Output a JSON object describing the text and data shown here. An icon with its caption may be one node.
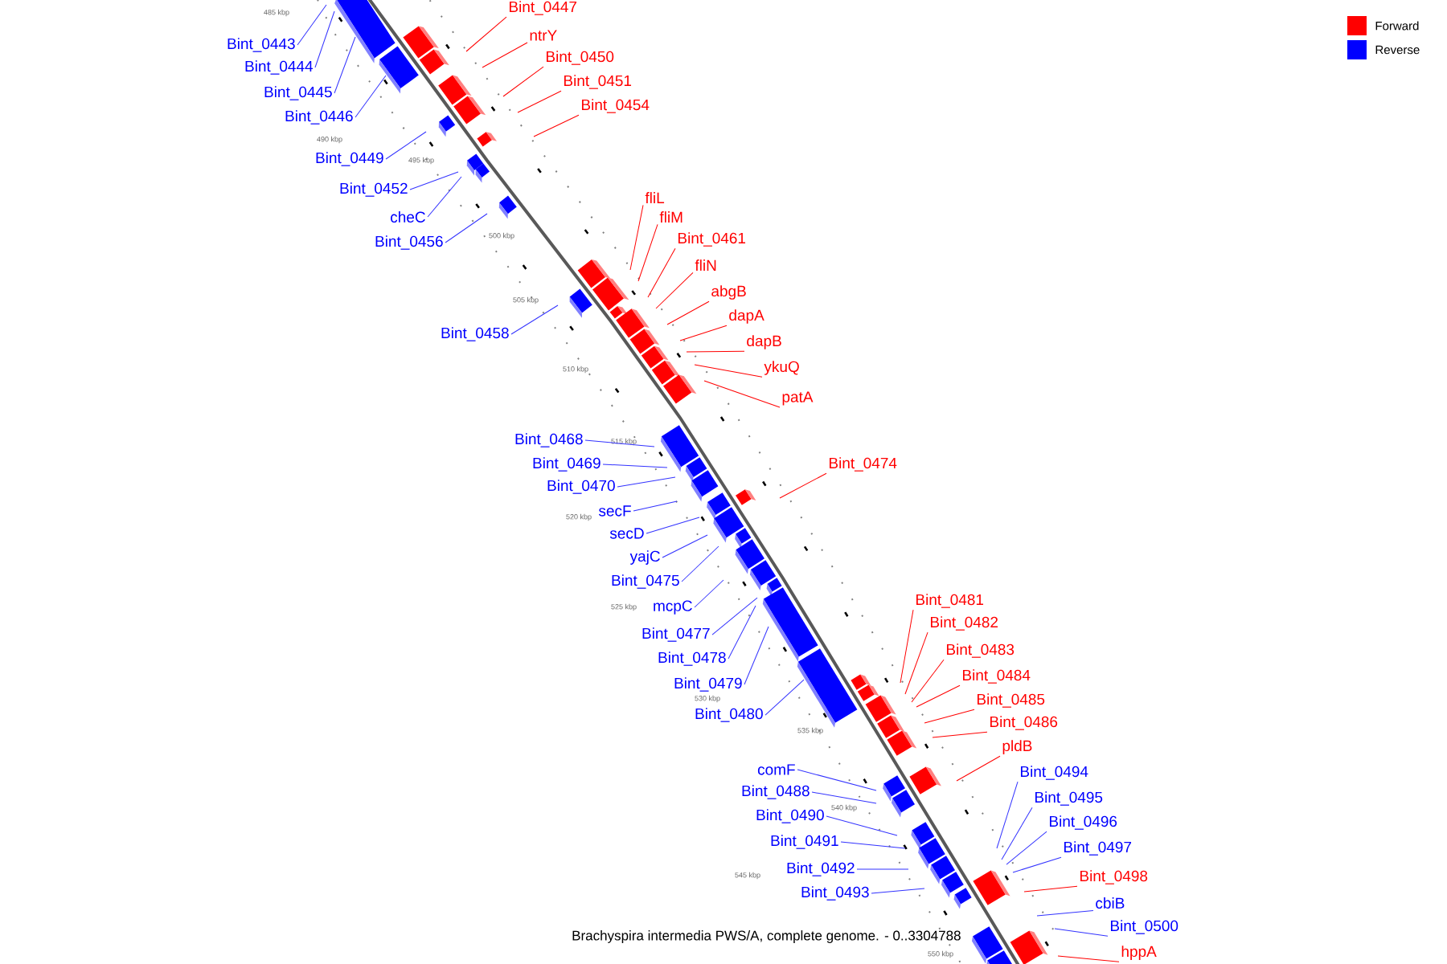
{
  "diagram": {
    "caption": "Brachyspira intermedia PWS/A, complete genome. - 0..3304788",
    "nodes": [
      {
        "text": [
          "Bint_0447"
        ]
      },
      {
        "text": [
          "ntrY"
        ]
      },
      {
        "text": [
          "Bint_0443"
        ]
      },
      {
        "text": [
          "Bint_0450"
        ]
      },
      {
        "text": [
          "Bint_0444"
        ]
      },
      {
        "text": [
          "Bint_0451"
        ]
      },
      {
        "text": [
          "Bint_0445"
        ]
      },
      {
        "text": [
          "Bint_0454"
        ]
      },
      {
        "text": [
          "Bint_0446"
        ]
      },
      {
        "text": [
          "Bint_0449"
        ]
      },
      {
        "text": [
          "Bint_0452"
        ]
      },
      {
        "text": [
          "fliL"
        ]
      },
      {
        "text": [
          "cheC"
        ]
      },
      {
        "text": [
          "fliM"
        ]
      },
      {
        "text": [
          "Bint_0461"
        ]
      },
      {
        "text": [
          "Bint_0456"
        ]
      },
      {
        "text": [
          "fliN"
        ]
      },
      {
        "text": [
          "abgB"
        ]
      },
      {
        "text": [
          "dapA"
        ]
      },
      {
        "text": [
          "Bint_0458"
        ]
      },
      {
        "text": [
          "dapB"
        ]
      },
      {
        "text": [
          "ykuQ"
        ]
      },
      {
        "text": [
          "patA"
        ]
      },
      {
        "text": [
          "Bint_0468"
        ]
      },
      {
        "text": [
          "Bint_0474"
        ]
      },
      {
        "text": [
          "Bint_0469"
        ]
      },
      {
        "text": [
          "Bint_0470"
        ]
      },
      {
        "text": [
          "secF"
        ]
      },
      {
        "text": [
          "secD"
        ]
      },
      {
        "text": [
          "yajC"
        ]
      },
      {
        "text": [
          "Bint_0475"
        ]
      },
      {
        "text": [
          "Bint_0481"
        ]
      },
      {
        "text": [
          "mcpC"
        ]
      },
      {
        "text": [
          "Bint_0482"
        ]
      },
      {
        "text": [
          "Bint_0477"
        ]
      },
      {
        "text": [
          "Bint_0483"
        ]
      },
      {
        "text": [
          "Bint_0478"
        ]
      },
      {
        "text": [
          "Bint_0484"
        ]
      },
      {
        "text": [
          "Bint_0479"
        ]
      },
      {
        "text": [
          "Bint_0485"
        ]
      },
      {
        "text": [
          "Bint_0480"
        ]
      },
      {
        "text": [
          "Bint_0486"
        ]
      },
      {
        "text": [
          "pldB"
        ]
      },
      {
        "text": [
          "comF"
        ]
      },
      {
        "text": [
          "Bint_0494"
        ]
      },
      {
        "text": [
          "Bint_0488"
        ]
      },
      {
        "text": [
          "Bint_0495"
        ]
      },
      {
        "text": [
          "Bint_0490"
        ]
      },
      {
        "text": [
          "Bint_0496"
        ]
      },
      {
        "text": [
          "Bint_0491"
        ]
      },
      {
        "text": [
          "Bint_0497"
        ]
      },
      {
        "text": [
          "Bint_0492"
        ]
      },
      {
        "text": [
          "Bint_0498"
        ]
      },
      {
        "text": [
          "Bint_0493"
        ]
      },
      {
        "text": [
          "cbiB"
        ]
      },
      {
        "text": [
          "Bint_0500"
        ]
      },
      {
        "text": [
          "hppA"
        ]
      }
    ],
    "edges": [
      {
        "from": 0,
        "to": null,
        "arrow": "none",
        "color": "#ff0000"
      },
      {
        "from": 1,
        "to": null,
        "arrow": "none",
        "color": "#ff0000"
      },
      {
        "from": 2,
        "to": null,
        "arrow": "none"
      },
      {
        "from": 3,
        "to": null,
        "arrow": "none",
        "color": "#ff0000"
      },
      {
        "from": 4,
        "to": null,
        "arrow": "none"
      },
      {
        "from": 5,
        "to": null,
        "arrow": "none",
        "color": "#ff0000"
      },
      {
        "from": 6,
        "to": null,
        "arrow": "none"
      },
      {
        "from": 7,
        "to": null,
        "arrow": "none",
        "color": "#ff0000"
      },
      {
        "from": 8,
        "to": null,
        "arrow": "none"
      },
      {
        "from": 9,
        "to": null,
        "arrow": "none"
      },
      {
        "from": 10,
        "to": null,
        "arrow": "none"
      },
      {
        "from": 11,
        "to": null,
        "arrow": "none",
        "color": "#ff0000"
      },
      {
        "from": 12,
        "to": null,
        "arrow": "none"
      },
      {
        "from": 13,
        "to": null,
        "arrow": "none",
        "color": "#ff0000"
      },
      {
        "from": 14,
        "to": null,
        "arrow": "none",
        "color": "#ff0000"
      },
      {
        "from": 15,
        "to": null,
        "arrow": "none"
      },
      {
        "from": 16,
        "to": null,
        "arrow": "none",
        "color": "#ff0000"
      },
      {
        "from": 17,
        "to": null,
        "arrow": "none",
        "color": "#ff0000"
      },
      {
        "from": 18,
        "to": null,
        "arrow": "none",
        "color": "#ff0000"
      },
      {
        "from": 19,
        "to": null,
        "arrow": "none"
      },
      {
        "from": 20,
        "to": null,
        "arrow": "none",
        "color": "#ff0000"
      },
      {
        "from": 21,
        "to": null,
        "arrow": "none",
        "color": "#ff0000"
      },
      {
        "from": 22,
        "to": null,
        "arrow": "none",
        "color": "#ff0000"
      },
      {
        "from": 23,
        "to": null,
        "arrow": "none"
      },
      {
        "from": 24,
        "to": null,
        "arrow": "none",
        "color": "#ff0000"
      },
      {
        "from": 25,
        "to": null,
        "arrow": "none"
      },
      {
        "from": 26,
        "to": null,
        "arrow": "none"
      },
      {
        "from": 27,
        "to": null,
        "arrow": "none"
      },
      {
        "from": 28,
        "to": null,
        "arrow": "none"
      },
      {
        "from": 29,
        "to": null,
        "arrow": "none"
      },
      {
        "from": 30,
        "to": null,
        "arrow": "none"
      },
      {
        "from": 31,
        "to": null,
        "arrow": "none",
        "color": "#ff0000"
      },
      {
        "from": 32,
        "to": null,
        "arrow": "none"
      },
      {
        "from": 33,
        "to": null,
        "arrow": "none",
        "color": "#ff0000"
      },
      {
        "from": 34,
        "to": null,
        "arrow": "none"
      },
      {
        "from": 35,
        "to": null,
        "arrow": "none",
        "color": "#ff0000"
      },
      {
        "from": 36,
        "to": null,
        "arrow": "none"
      },
      {
        "from": 37,
        "to": null,
        "arrow": "none",
        "color": "#ff0000"
      },
      {
        "from": 38,
        "to": null,
        "arrow": "none"
      },
      {
        "from": 39,
        "to": null,
        "arrow": "none",
        "color": "#ff0000"
      },
      {
        "from": 40,
        "to": null,
        "arrow": "none"
      },
      {
        "from": 41,
        "to": null,
        "arrow": "none",
        "color": "#ff0000"
      },
      {
        "from": 42,
        "to": null,
        "arrow": "none",
        "color": "#ff0000"
      },
      {
        "from": 43,
        "to": null,
        "arrow": "none"
      },
      {
        "from": 44,
        "to": null,
        "arrow": "none"
      },
      {
        "from": 45,
        "to": null,
        "arrow": "none"
      },
      {
        "from": 46,
        "to": null,
        "arrow": "none"
      },
      {
        "from": 47,
        "to": null,
        "arrow": "none"
      },
      {
        "from": 48,
        "to": null,
        "arrow": "none"
      },
      {
        "from": 49,
        "to": null,
        "arrow": "none"
      },
      {
        "from": 50,
        "to": null,
        "arrow": "none"
      },
      {
        "from": 51,
        "to": null,
        "arrow": "none"
      },
      {
        "from": 52,
        "to": null,
        "arrow": "none",
        "color": "#ff0000"
      },
      {
        "from": 53,
        "to": null,
        "arrow": "none"
      },
      {
        "from": 54,
        "to": null,
        "arrow": "none"
      },
      {
        "from": 55,
        "to": null,
        "arrow": "none"
      },
      {
        "from": 56,
        "to": null,
        "arrow": "none",
        "color": "#ff0000"
      }
    ],
    "labels": [
      "485 kbp",
      "490 kbp",
      "495 kbp",
      "500 kbp",
      "505 kbp",
      "510 kbp",
      "515 kbp",
      "520 kbp",
      "525 kbp",
      "530 kbp",
      "535 kbp",
      "540 kbp",
      "545 kbp",
      "550 kbp"
    ],
    "legend": [
      {
        "text": "Forward",
        "color": "#ff0000"
      },
      {
        "text": "Reverse",
        "color": "#0000ff"
      }
    ]
  }
}
